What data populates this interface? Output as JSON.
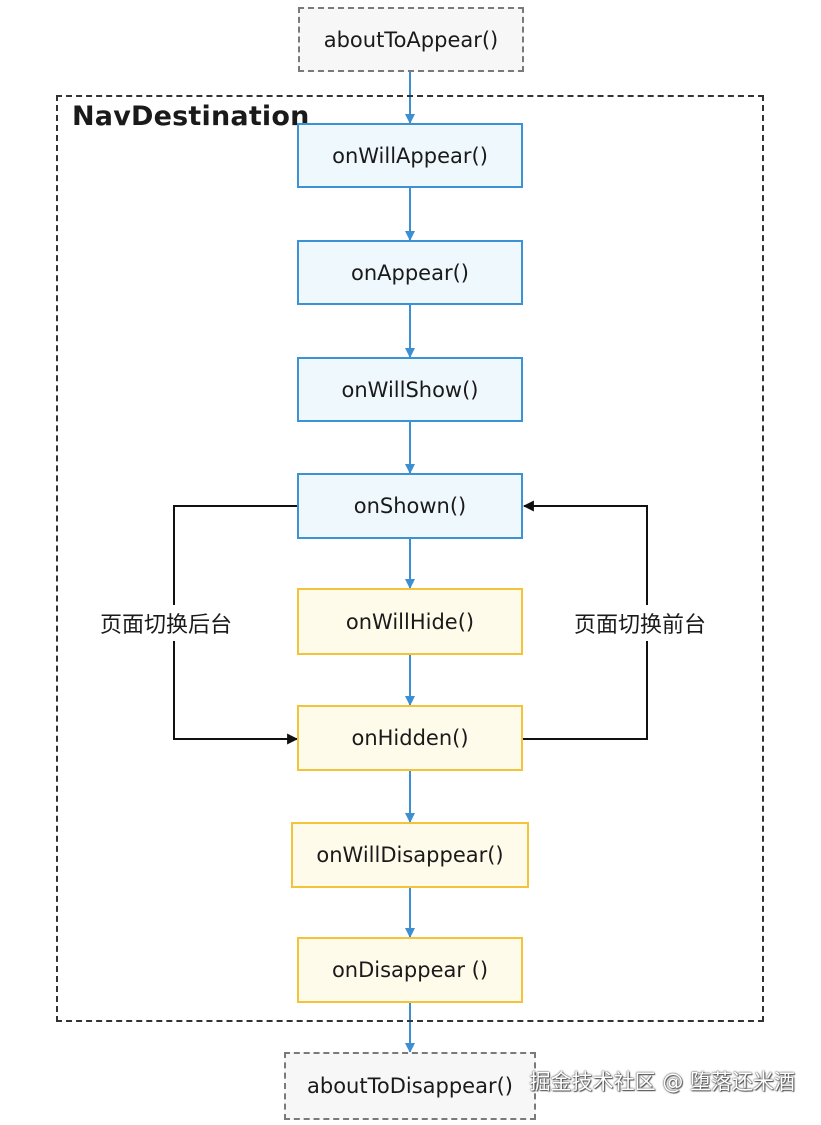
{
  "container": {
    "title": "NavDestination"
  },
  "nodes": {
    "about_to_appear": "aboutToAppear()",
    "on_will_appear": "onWillAppear()",
    "on_appear": "onAppear()",
    "on_will_show": "onWillShow()",
    "on_shown": "onShown()",
    "on_will_hide": "onWillHide()",
    "on_hidden": "onHidden()",
    "on_will_disappear": "onWillDisappear()",
    "on_disappear": "onDisappear ()",
    "about_to_disappear": "aboutToDisappear()"
  },
  "labels": {
    "to_background": "页面切换后台",
    "to_foreground": "页面切换前台"
  },
  "watermark": "掘金技术社区 @ 堕落还米酒",
  "colors": {
    "blue_border": "#3c93d3",
    "blue_fill": "#eff8fd",
    "yellow_border": "#f3c33a",
    "yellow_fill": "#fffbea",
    "arrow_blue": "#3c8fd0",
    "arrow_black": "#111111"
  }
}
